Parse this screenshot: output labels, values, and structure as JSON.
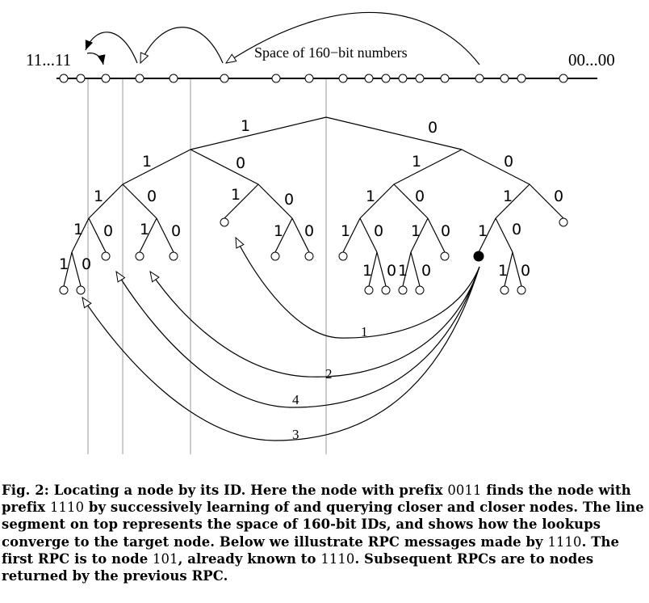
{
  "number_line": {
    "left_label": "11...11",
    "right_label": "00...00",
    "space_label": "Space of 160−bit numbers"
  },
  "tree": {
    "root": {
      "left_edge": "1",
      "right_edge": "0"
    },
    "l1_left": {
      "left_edge": "1",
      "right_edge": "0"
    },
    "l1_right": {
      "left_edge": "1",
      "right_edge": "0"
    },
    "l2_a": {
      "left_edge": "1",
      "right_edge": "0"
    },
    "l2_b": {
      "left_edge": "1",
      "right_edge": "0"
    },
    "l2_c": {
      "left_edge": "1",
      "right_edge": "0"
    },
    "l2_d": {
      "left_edge": "1",
      "right_edge": "0"
    },
    "l3_a": {
      "left_edge": "1",
      "right_edge": "0"
    },
    "l3_b": {
      "left_edge": "1",
      "right_edge": "0"
    },
    "l3_c": {
      "left_edge": "1",
      "right_edge": "0"
    },
    "l3_d": {
      "left_edge": "1",
      "right_edge": "0"
    },
    "l3_e": {
      "left_edge": "1",
      "right_edge": "0"
    },
    "l3_f": {
      "left_edge": "1",
      "right_edge": "0"
    },
    "l4_a": {
      "left_edge": "1",
      "right_edge": "0"
    },
    "l4_b": {
      "left_edge": "1",
      "right_edge": "0"
    },
    "l4_c": {
      "left_edge": "1",
      "right_edge": "0"
    },
    "l4_d": {
      "left_edge": "1",
      "right_edge": "0"
    }
  },
  "rpc_labels": [
    "1",
    "2",
    "4",
    "3"
  ],
  "caption": {
    "prefix": "Fig. 2: Locating a node by its ID. Here the node with prefix ",
    "id1": "0011",
    "mid1": " finds the node with prefix ",
    "id2": "1110",
    "mid2": " by successively learning of and querying closer and closer nodes. The line segment on top represents the space of 160-bit IDs, and shows how the lookups converge to the target node. Below we illustrate RPC messages made by ",
    "id3": "1110",
    "mid3": ". The first RPC is to node ",
    "id4": "101",
    "mid4": ", already known to ",
    "id5": "1110",
    "suffix": ". Subsequent RPCs are to nodes returned by the previous RPC."
  }
}
